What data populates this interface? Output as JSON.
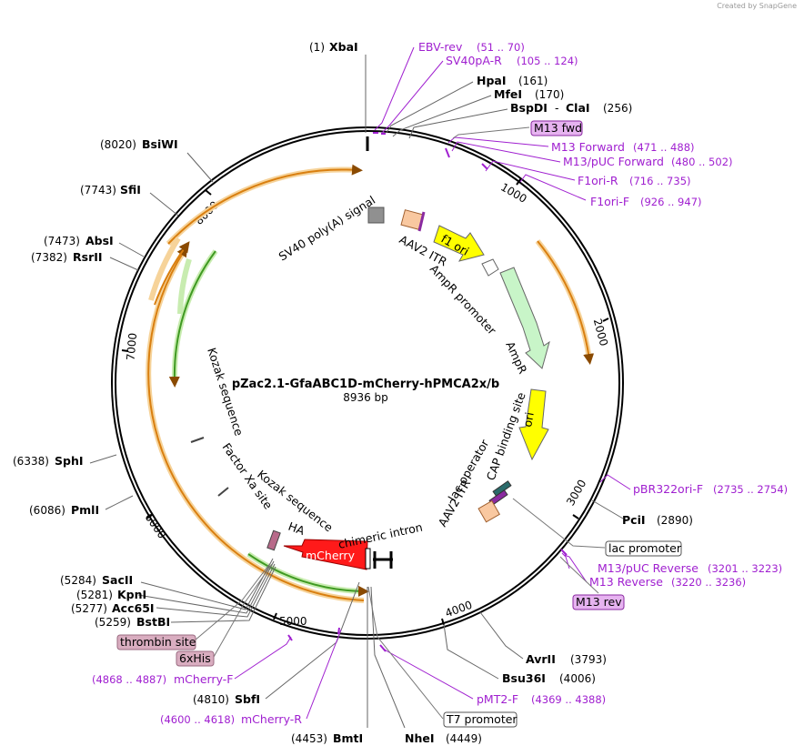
{
  "credit": "Created by SnapGene",
  "plasmid": {
    "name": "pZac2.1-GfaABC1D-mCherry-hPMCA2x/b",
    "size": "8936 bp"
  },
  "ticks": [
    "1000",
    "2000",
    "3000",
    "4000",
    "5000",
    "6000",
    "7000",
    "8000"
  ],
  "enzymes": [
    {
      "name": "XbaI",
      "pos": "(1)"
    },
    {
      "name": "HpaI",
      "pos": "(161)"
    },
    {
      "name": "MfeI",
      "pos": "(170)"
    },
    {
      "name": "BspDI",
      "name2": "ClaI",
      "pos": "(256)"
    },
    {
      "name": "BsiWI",
      "pos": "(8020)"
    },
    {
      "name": "SfiI",
      "pos": "(7743)"
    },
    {
      "name": "AbsI",
      "pos": "(7473)"
    },
    {
      "name": "RsrII",
      "pos": "(7382)"
    },
    {
      "name": "PciI",
      "pos": "(2890)"
    },
    {
      "name": "SphI",
      "pos": "(6338)"
    },
    {
      "name": "PmlI",
      "pos": "(6086)"
    },
    {
      "name": "SacII",
      "pos": "(5284)"
    },
    {
      "name": "KpnI",
      "pos": "(5281)"
    },
    {
      "name": "Acc65I",
      "pos": "(5277)"
    },
    {
      "name": "BstBI",
      "pos": "(5259)"
    },
    {
      "name": "AvrII",
      "pos": "(3793)"
    },
    {
      "name": "Bsu36I",
      "pos": "(4006)"
    },
    {
      "name": "SbfI",
      "pos": "(4810)"
    },
    {
      "name": "BmtI",
      "pos": "(4453)"
    },
    {
      "name": "NheI",
      "pos": "(4449)"
    }
  ],
  "primers": [
    {
      "name": "EBV-rev",
      "range": "(51 .. 70)"
    },
    {
      "name": "SV40pA-R",
      "range": "(105 .. 124)"
    },
    {
      "name": "M13 Forward",
      "range": "(471 .. 488)"
    },
    {
      "name": "M13/pUC Forward",
      "range": "(480 .. 502)"
    },
    {
      "name": "F1ori-R",
      "range": "(716 .. 735)"
    },
    {
      "name": "F1ori-F",
      "range": "(926 .. 947)"
    },
    {
      "name": "pBR322ori-F",
      "range": "(2735 .. 2754)"
    },
    {
      "name": "M13/pUC Reverse",
      "range": "(3201 .. 3223)"
    },
    {
      "name": "M13 Reverse",
      "range": "(3220 .. 3236)"
    },
    {
      "name": "pMT2-F",
      "range": "(4369 .. 4388)"
    },
    {
      "name": "mCherry-F",
      "range": "(4868 .. 4887)"
    },
    {
      "name": "mCherry-R",
      "range": "(4600 .. 4618)"
    }
  ],
  "boxed_labels": {
    "m13fwd": "M13 fwd",
    "m13rev": "M13 rev",
    "lac_promoter": "lac promoter",
    "t7_promoter": "T7 promoter",
    "thrombin": "thrombin site",
    "his": "6xHis"
  },
  "features": {
    "sv40": "SV40 poly(A) signal",
    "aav2_itr_top": "AAV2 ITR",
    "f1ori": "f1 ori",
    "ampr_promoter": "AmpR promoter",
    "ampr": "AmpR",
    "ori": "ori",
    "cap": "CAP binding site",
    "lac_operator": "lac operator",
    "aav2_itr_bottom": "AAV2 ITR",
    "chimeric_intron": "chimeric intron",
    "mcherry": "mCherry",
    "ha": "HA",
    "kozak_inner": "Kozak sequence",
    "factor_xa": "Factor Xa site",
    "kozak_outer": "Kozak sequence"
  },
  "colors": {
    "primer": "#a020d0",
    "primer_box": "#e6b3f0",
    "tag_box": "#d9adc0",
    "orange_arrow": "#e0901a",
    "green_arrow": "#4aa02a",
    "f1ori": "#ffff00",
    "ampr": "#c8f5c8",
    "mcherry": "#ff1a1a"
  }
}
